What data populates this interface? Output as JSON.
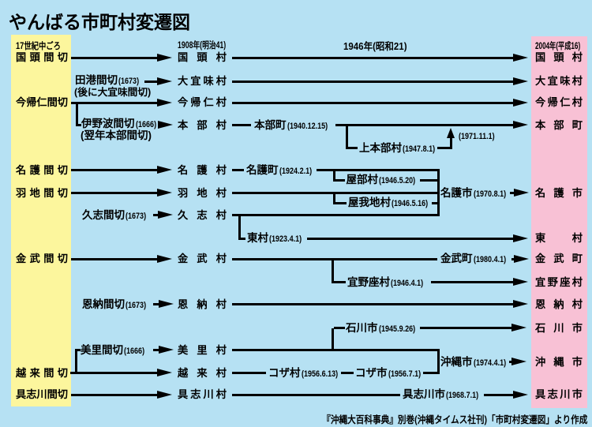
{
  "title": "やんばる市町村変遷図",
  "era_headers": {
    "seventeenth": "17世紀中ごろ",
    "y1908": "1908年(明治41)",
    "y1946": "1946年(昭和21)",
    "y2004": "2004年(平成16)"
  },
  "caption": "『沖縄大百科事典』別巻(沖縄タイムス社刊)「市町村変遷図」より作成",
  "colors": {
    "background": "#b6e1f3",
    "era_17c_column": "#fcf69d",
    "era_2004_column": "#f8c1d5",
    "line": "#000000",
    "text": "#000000"
  },
  "nodes": {
    "kunigami_magiri": "国頭間切",
    "kunigami_1908": "国頭村",
    "kunigami_2004": "国頭村",
    "taminato_magiri": "田港間切",
    "taminato_date": "(1673)",
    "taminato_note": "(後に大宜味間切)",
    "ogimi_1908": "大宜味村",
    "ogimi_2004": "大宜味村",
    "nakijin_magiri": "今帰仁間切",
    "nakijin_1908": "今帰仁村",
    "nakijin_2004": "今帰仁村",
    "inoha_magiri": "伊野波間切",
    "inoha_date": "(1666)",
    "inoha_note": "(翌年本部間切)",
    "motobu_1908": "本部村",
    "motobu_1940": "本部町",
    "motobu_1940_date": "(1940.12.15)",
    "motobu_2004": "本部町",
    "kamimotobu": "上本部村",
    "kamimotobu_date": "(1947.8.1)",
    "kamimotobu_merge_date": "(1971.11.1)",
    "nago_magiri": "名護間切",
    "nago_1908": "名護村",
    "nago_1924": "名護町",
    "nago_1924_date": "(1924.2.1)",
    "yabu": "屋部村",
    "yabu_date": "(1946.5.20)",
    "haneji_magiri": "羽地間切",
    "haneji_1908": "羽地村",
    "yagaji": "屋我地村",
    "yagaji_date": "(1946.5.16)",
    "kushi_magiri": "久志間切",
    "kushi_magiri_date": "(1673)",
    "kushi_1908": "久志村",
    "nago_city": "名護市",
    "nago_city_date": "(1970.8.1)",
    "nago_2004": "名護市",
    "higashi": "東村",
    "higashi_date": "(1923.4.1)",
    "higashi_2004": "東村",
    "kin_magiri": "金武間切",
    "kin_1908": "金武村",
    "kin_1980": "金武町",
    "kin_1980_date": "(1980.4.1)",
    "kin_2004": "金武町",
    "ginoza": "宜野座村",
    "ginoza_date": "(1946.4.1)",
    "ginoza_2004": "宜野座村",
    "onna_magiri": "恩納間切",
    "onna_magiri_date": "(1673)",
    "onna_1908": "恩納村",
    "onna_2004": "恩納村",
    "ishikawa": "石川市",
    "ishikawa_date": "(1945.9.26)",
    "ishikawa_2004": "石川市",
    "misato_magiri": "美里間切",
    "misato_magiri_date": "(1666)",
    "misato_1908": "美里村",
    "okinawa_city": "沖縄市",
    "okinawa_city_date": "(1974.4.1)",
    "okinawa_2004": "沖縄市",
    "goeku_magiri": "越来間切",
    "goeku_1908": "越来村",
    "koza_village": "コザ村",
    "koza_village_date": "(1956.6.13)",
    "koza_city": "コザ市",
    "koza_city_date": "(1956.7.1)",
    "gushikawa_magiri": "具志川間切",
    "gushikawa_1908": "具志川村",
    "gushikawa_1968": "具志川市",
    "gushikawa_1968_date": "(1968.7.1)",
    "gushikawa_2004": "具志川市"
  }
}
